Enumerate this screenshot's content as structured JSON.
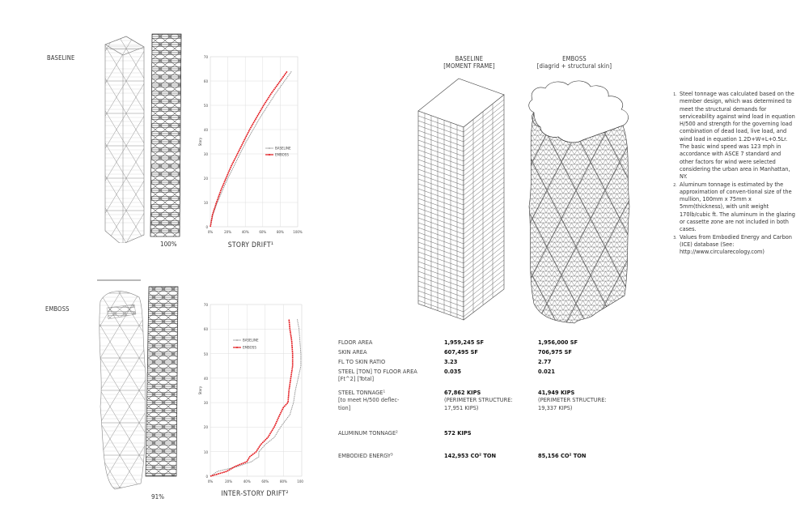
{
  "left_panel": {
    "baseline": {
      "label": "BASELINE",
      "percent": "100%",
      "chart_title": "STORY DRIFT¹"
    },
    "emboss": {
      "label": "EMBOSS",
      "percent": "91%",
      "chart_title": "INTER-STORY DRIFT²"
    }
  },
  "towers": {
    "baseline_header": [
      "BASELINE",
      "[MOMENT FRAME]"
    ],
    "emboss_header": [
      "EMBOSS",
      "[diagrid + structural skin]"
    ]
  },
  "table": {
    "rows": [
      {
        "label": [
          "FLOOR AREA"
        ],
        "baseline": [
          "1,959,245 SF"
        ],
        "emboss": [
          "1,956,000 SF"
        ]
      },
      {
        "label": [
          "SKIN AREA"
        ],
        "baseline": [
          "607,495 SF"
        ],
        "emboss": [
          "706,975 SF"
        ]
      },
      {
        "label": [
          "FL TO SKIN RATIO"
        ],
        "baseline": [
          "3.23"
        ],
        "emboss": [
          "2.77"
        ]
      },
      {
        "label": [
          "STEEL [TON] TO FLOOR AREA",
          "[Ft^2] [Total]"
        ],
        "baseline": [
          "0.035"
        ],
        "emboss": [
          "0.021"
        ]
      },
      {
        "label": [
          "STEEL TONNAGE¹",
          "[to meet H/500 deflec-",
          "tion]"
        ],
        "baseline": [
          "67,862 KIPS",
          "(PERIMETER STRUCTURE:",
          "17,951 KIPS)"
        ],
        "emboss": [
          "41,949 KIPS",
          "(PERIMETER STRUCTURE:",
          "19,337 KIPS)"
        ]
      },
      {
        "label": [
          "ALUMINUM TONNAGE²"
        ],
        "baseline": [
          "572 KIPS"
        ],
        "emboss": [
          ""
        ]
      },
      {
        "label": [
          "EMBODIED ENERGY³"
        ],
        "baseline": [
          "142,953 CO² TON"
        ],
        "emboss": [
          "85,156 CO² TON"
        ]
      }
    ]
  },
  "notes": [
    "Steel tonnage was calculated based on the member design, which was determined to meet the structural demands for serviceability against wind load in equation H/500 and strength for the governing load combination of dead load, live load, and wind load in equation 1.2D+W+L+0.5Lr. The basic wind speed was 123 mph in accordance with ASCE 7 standard and other factors for wind were selected considering the urban area in Manhattan, NY.",
    "Aluminum tonnage is estimated by the approximation of conven-tional size of the mullion, 100mm x 75mm x 5mm(thickness), with unit weight 170lb/cubic ft. The aluminum in the glazing or cassette zone are not included in both cases.",
    "Values from Embodied Energy and Carbon (ICE) database (See: http://www.circularecology.com)"
  ],
  "colors": {
    "baseline_series": "#8a8a8a",
    "emboss_series": "#e3161b",
    "grid": "#d8d8d8"
  },
  "chart_data": [
    {
      "type": "line",
      "title": "STORY DRIFT¹",
      "xlabel": "",
      "ylabel": "Story",
      "xlim": [
        0,
        100
      ],
      "ylim": [
        0,
        70
      ],
      "x_ticks": [
        "0%",
        "20%",
        "40%",
        "60%",
        "80%",
        "100%"
      ],
      "y_ticks": [
        "0",
        "10",
        "20",
        "30",
        "40",
        "50",
        "60",
        "70"
      ],
      "grid": true,
      "legend_position": "center-right",
      "series": [
        {
          "name": "BASELINE",
          "y": [
            0,
            5,
            10,
            15,
            20,
            25,
            30,
            35,
            40,
            45,
            50,
            55,
            60,
            64
          ],
          "x": [
            0,
            3,
            8,
            14,
            20,
            27,
            34,
            41,
            49,
            57,
            66,
            75,
            85,
            93
          ]
        },
        {
          "name": "EMBOSS",
          "y": [
            0,
            5,
            10,
            15,
            20,
            25,
            30,
            35,
            40,
            45,
            50,
            55,
            60,
            64
          ],
          "x": [
            0,
            2.5,
            7,
            12,
            18,
            24,
            31,
            38,
            45,
            53,
            61,
            70,
            80,
            88
          ]
        }
      ]
    },
    {
      "type": "line",
      "title": "INTER-STORY DRIFT²",
      "xlabel": "",
      "ylabel": "Story",
      "xlim": [
        0,
        100
      ],
      "ylim": [
        0,
        70
      ],
      "x_ticks": [
        "0%",
        "20%",
        "40%",
        "60%",
        "80%",
        "100%"
      ],
      "y_ticks": [
        "0",
        "10",
        "20",
        "30",
        "40",
        "50",
        "60",
        "70"
      ],
      "grid": true,
      "legend_position": "upper-left",
      "series": [
        {
          "name": "BASELINE",
          "y": [
            0,
            2,
            4,
            6,
            8,
            10,
            13,
            16,
            20,
            25,
            30,
            35,
            40,
            45,
            50,
            55,
            60,
            64
          ],
          "x": [
            0,
            8,
            30,
            45,
            53,
            53,
            60,
            70,
            77,
            87,
            91,
            93,
            96,
            99,
            99,
            98,
            97,
            95
          ]
        },
        {
          "name": "EMBOSS",
          "y": [
            0,
            2,
            4,
            6,
            8,
            10,
            13,
            16,
            20,
            25,
            28,
            30,
            35,
            40,
            45,
            50,
            55,
            60,
            64
          ],
          "x": [
            0,
            18,
            27,
            40,
            43,
            50,
            55,
            63,
            70,
            76,
            80,
            85,
            86,
            88,
            90,
            90,
            89,
            87,
            86
          ]
        }
      ]
    }
  ]
}
